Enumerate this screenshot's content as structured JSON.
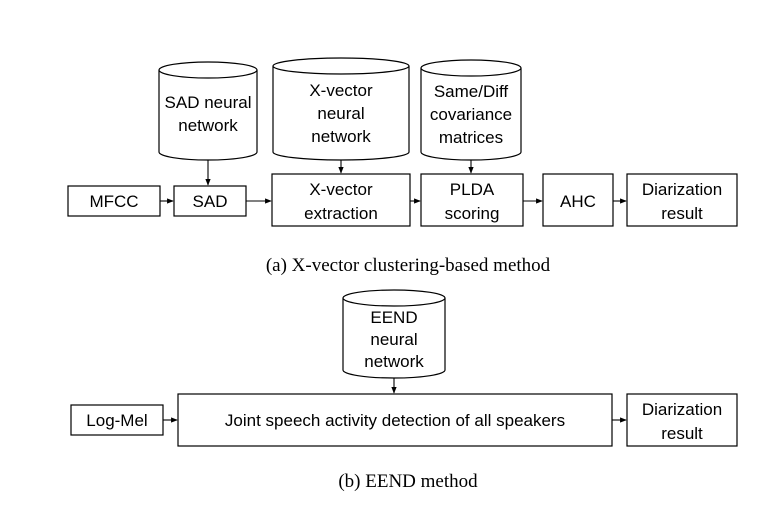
{
  "diagram_a": {
    "caption": "(a)  X-vector clustering-based method",
    "stores": {
      "sad_model": [
        "SAD neural",
        "network"
      ],
      "xvector_model": [
        "X-vector",
        "neural",
        "network"
      ],
      "plda_model": [
        "Same/Diff",
        "covariance",
        "matrices"
      ]
    },
    "nodes": {
      "mfcc": [
        "MFCC"
      ],
      "sad": [
        "SAD"
      ],
      "xvector": [
        "X-vector",
        "extraction"
      ],
      "plda": [
        "PLDA",
        "scoring"
      ],
      "ahc": [
        "AHC"
      ],
      "result": [
        "Diarization",
        "result"
      ]
    }
  },
  "diagram_b": {
    "caption": "(b)  EEND method",
    "stores": {
      "eend_model": [
        "EEND",
        "neural",
        "network"
      ]
    },
    "nodes": {
      "logmel": [
        "Log-Mel"
      ],
      "joint": [
        "Joint speech activity detection of all speakers"
      ],
      "result": [
        "Diarization",
        "result"
      ]
    }
  },
  "colors": {
    "stroke": "#000000",
    "background": "#ffffff"
  }
}
